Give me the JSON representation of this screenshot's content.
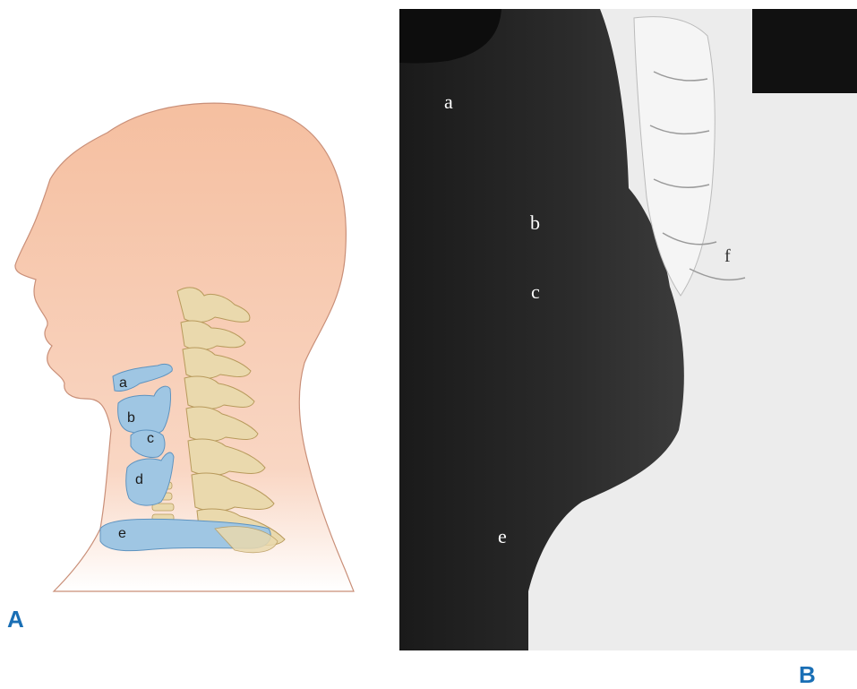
{
  "panel_a": {
    "letter": "A",
    "labels": {
      "a": "a",
      "b": "b",
      "c": "c",
      "d": "d",
      "e": "e"
    }
  },
  "panel_b": {
    "letter": "B",
    "labels": {
      "a": "a",
      "b": "b",
      "c": "c",
      "e": "e",
      "f": "f"
    }
  },
  "colors": {
    "panel_letter": "#1a6fb5",
    "skin": "#f6c6ac",
    "cartilage": "#9fc6e3",
    "bone": "#ead9ad"
  }
}
